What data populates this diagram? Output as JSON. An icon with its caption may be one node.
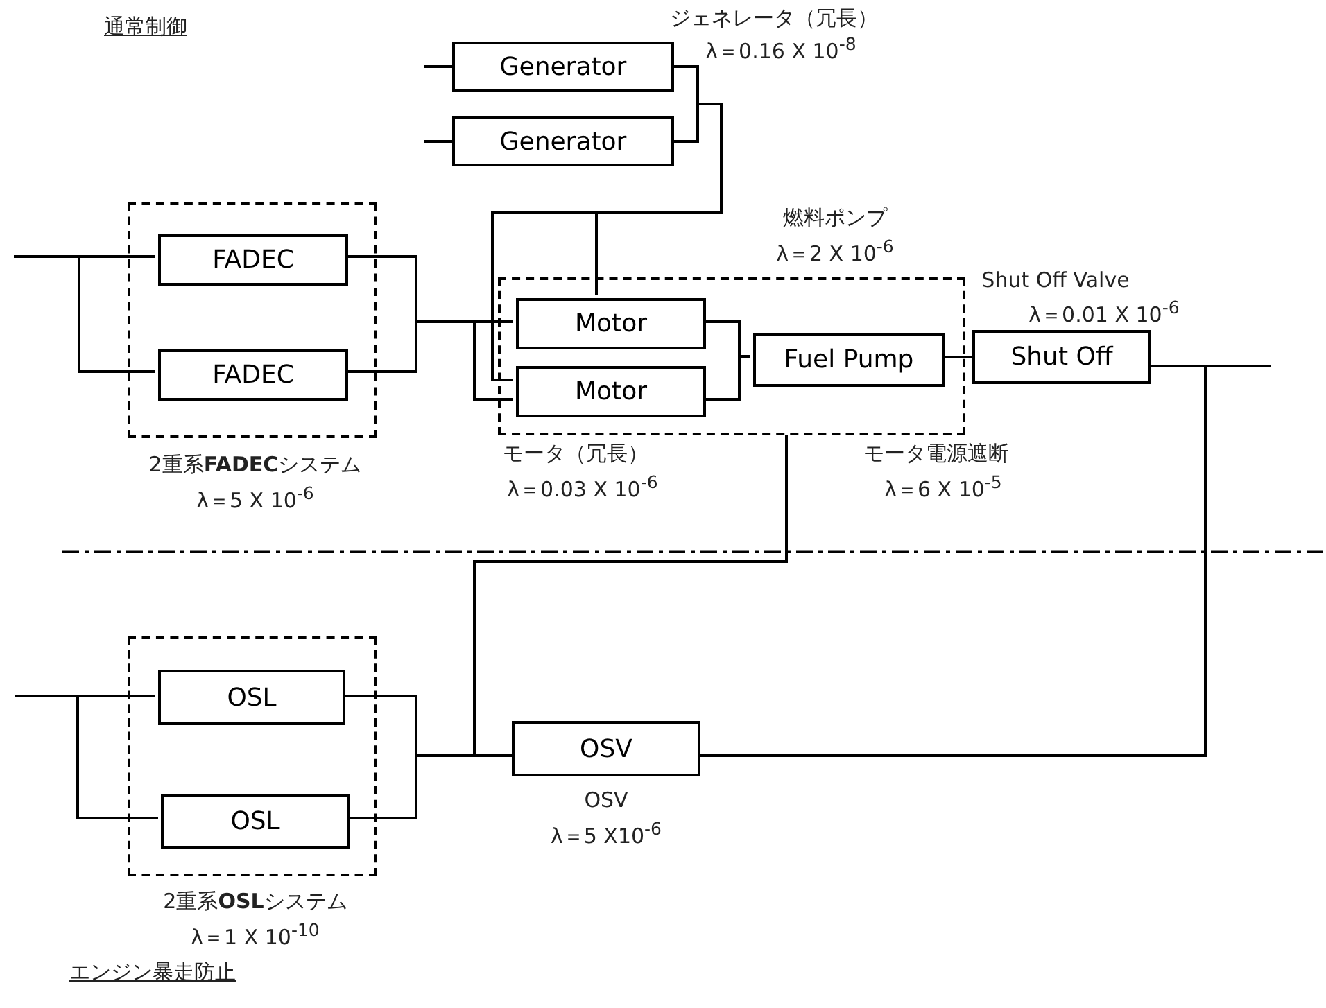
{
  "diagram": {
    "nodes": [
      {
        "text": [
          "Generator"
        ]
      },
      {
        "text": [
          "Generator"
        ]
      },
      {
        "text": [
          "2重系**FADEC**システム",
          "λ＝5 X 10$^{-6}$"
        ]
      },
      {
        "text": [
          "FADEC"
        ],
        "in": 2
      },
      {
        "text": [
          "FADEC"
        ],
        "in": 2
      },
      {
        "text": [
          "燃料ポンプ",
          "λ＝2 X 10$^{-6}$"
        ]
      },
      {
        "text": [
          "Motor"
        ],
        "in": 5
      },
      {
        "text": [
          "Motor"
        ],
        "in": 5
      },
      {
        "text": [
          "Fuel Pump"
        ],
        "in": 5
      },
      {
        "text": [
          "Shut Off"
        ],
        "beside": [
          "Shut Off Valve",
          "λ＝0.01 X 10$^{-6}$"
        ]
      },
      {
        "text": [
          "2重系**OSL**システム",
          "λ＝1 X 10$^{-10}$"
        ]
      },
      {
        "text": [
          "OSL"
        ],
        "in": 10
      },
      {
        "text": [
          "OSL"
        ],
        "in": 10
      },
      {
        "text": [
          "OSV"
        ],
        "beside": [
          "OSV",
          "λ＝5 X10$^{-6}$"
        ]
      }
    ],
    "edges": [
      {
        "from": null,
        "to": 0,
        "arrow": "none"
      },
      {
        "from": null,
        "to": 1,
        "arrow": "none"
      },
      {
        "from": 0,
        "to": 6,
        "arrow": "none"
      },
      {
        "from": 1,
        "to": 6,
        "arrow": "none"
      },
      {
        "from": 0,
        "to": 7,
        "arrow": "none"
      },
      {
        "from": 1,
        "to": 7,
        "arrow": "none"
      },
      {
        "from": null,
        "to": 3,
        "arrow": "none"
      },
      {
        "from": null,
        "to": 4,
        "arrow": "none"
      },
      {
        "from": 3,
        "to": 6,
        "arrow": "none"
      },
      {
        "from": 3,
        "to": 7,
        "arrow": "none"
      },
      {
        "from": 4,
        "to": 6,
        "arrow": "none"
      },
      {
        "from": 4,
        "to": 7,
        "arrow": "none"
      },
      {
        "from": 6,
        "to": 8,
        "arrow": "none"
      },
      {
        "from": 7,
        "to": 8,
        "arrow": "none"
      },
      {
        "from": 8,
        "to": 9,
        "arrow": "none"
      },
      {
        "from": 9,
        "to": null,
        "arrow": "none"
      },
      {
        "from": 9,
        "to": 13,
        "arrow": "none"
      },
      {
        "from": null,
        "to": 11,
        "arrow": "none"
      },
      {
        "from": null,
        "to": 12,
        "arrow": "none"
      },
      {
        "from": 11,
        "to": 13,
        "arrow": "none"
      },
      {
        "from": 12,
        "to": 13,
        "arrow": "none"
      },
      {
        "from": 11,
        "to": 5,
        "arrow": "none"
      },
      {
        "from": 12,
        "to": 5,
        "arrow": "none"
      }
    ],
    "labels": [
      "通常制御",
      "ジェネレータ（冗長）",
      "λ＝0.16 X 10$^{-8}$",
      "モータ（冗長）",
      "λ＝0.03 X 10$^{-6}$",
      "モータ電源遮断",
      "λ＝6 X 10$^{-5}$",
      "エンジン暴走防止"
    ]
  }
}
